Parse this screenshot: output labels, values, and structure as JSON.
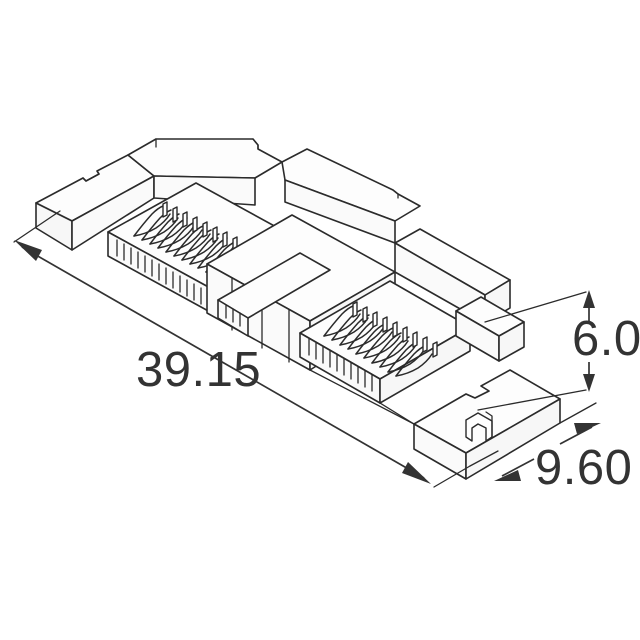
{
  "drawing": {
    "type": "isometric-technical-line-drawing",
    "subject": "board-to-board-connector-mated-pair",
    "background_color": "#ffffff",
    "line_color": "#2b2b2b",
    "text_color": "#333333",
    "units": "mm"
  },
  "dimensions": {
    "length": {
      "value": "39.15",
      "name": "overall-length",
      "orientation": "diagonal-lower-left"
    },
    "height": {
      "value": "6.0",
      "name": "overall-height",
      "orientation": "vertical-right"
    },
    "width": {
      "value": "9.60",
      "name": "overall-width",
      "orientation": "diagonal-lower-right"
    }
  }
}
